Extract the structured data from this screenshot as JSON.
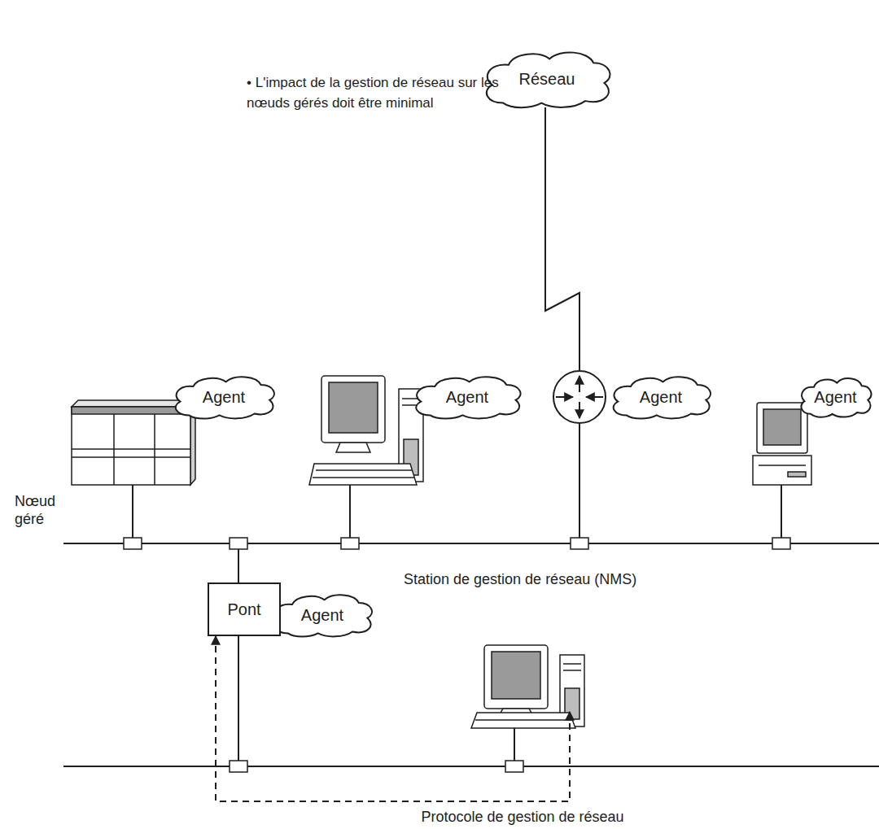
{
  "diagram": {
    "nodes": [
      {
        "text": [
          "Réseau"
        ]
      },
      {
        "text": [
          "Agent"
        ]
      },
      {
        "text": [
          "Agent"
        ]
      },
      {
        "text": [
          "Agent"
        ]
      },
      {
        "text": [
          "Agent"
        ]
      },
      {
        "text": [
          "Agent"
        ]
      },
      {
        "text": [
          "Pont"
        ]
      },
      {
        "text": [
          "Station de gestion de réseau (NMS)"
        ]
      }
    ],
    "edges": [
      {
        "from": 7,
        "to": 6,
        "arrow": "both",
        "label": "Protocole de gestion de réseau"
      }
    ],
    "labels": [
      "• L'impact de la gestion de réseau sur les nœuds gérés doit être minimal",
      "Nœud géré"
    ]
  }
}
